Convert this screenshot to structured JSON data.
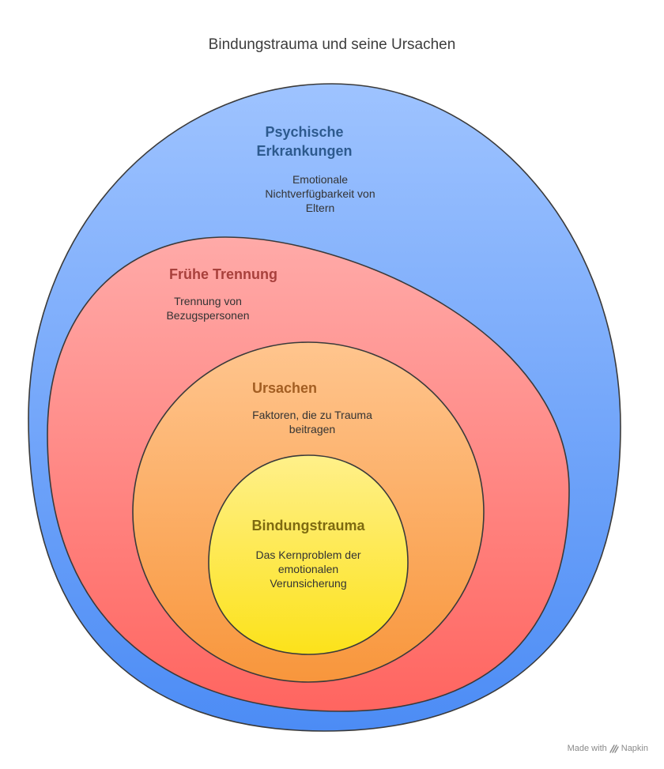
{
  "title": "Bindungstrauma und seine Ursachen",
  "layers": [
    {
      "label": "Psychische Erkrankungen",
      "description": "Emotionale Nichtverfügbarkeit von Eltern",
      "fill_top": "#9ec3ff",
      "fill_bottom": "#4c8cf5",
      "label_color": "#2d5a8e"
    },
    {
      "label": "Frühe Trennung",
      "description": "Trennung von Bezugspersonen",
      "fill_top": "#ffaaa8",
      "fill_bottom": "#ff6560",
      "label_color": "#a8403c"
    },
    {
      "label": "Ursachen",
      "description": "Faktoren, die zu Trauma beitragen",
      "fill_top": "#ffc58e",
      "fill_bottom": "#f8963c",
      "label_color": "#a35e22"
    },
    {
      "label": "Bindungstrauma",
      "description": "Das Kernproblem der emotionalen Verunsicherung",
      "fill_top": "#fff08a",
      "fill_bottom": "#fce21a",
      "label_color": "#7e6a10"
    }
  ],
  "footer": {
    "made_with": "Made with",
    "brand": "Napkin"
  }
}
